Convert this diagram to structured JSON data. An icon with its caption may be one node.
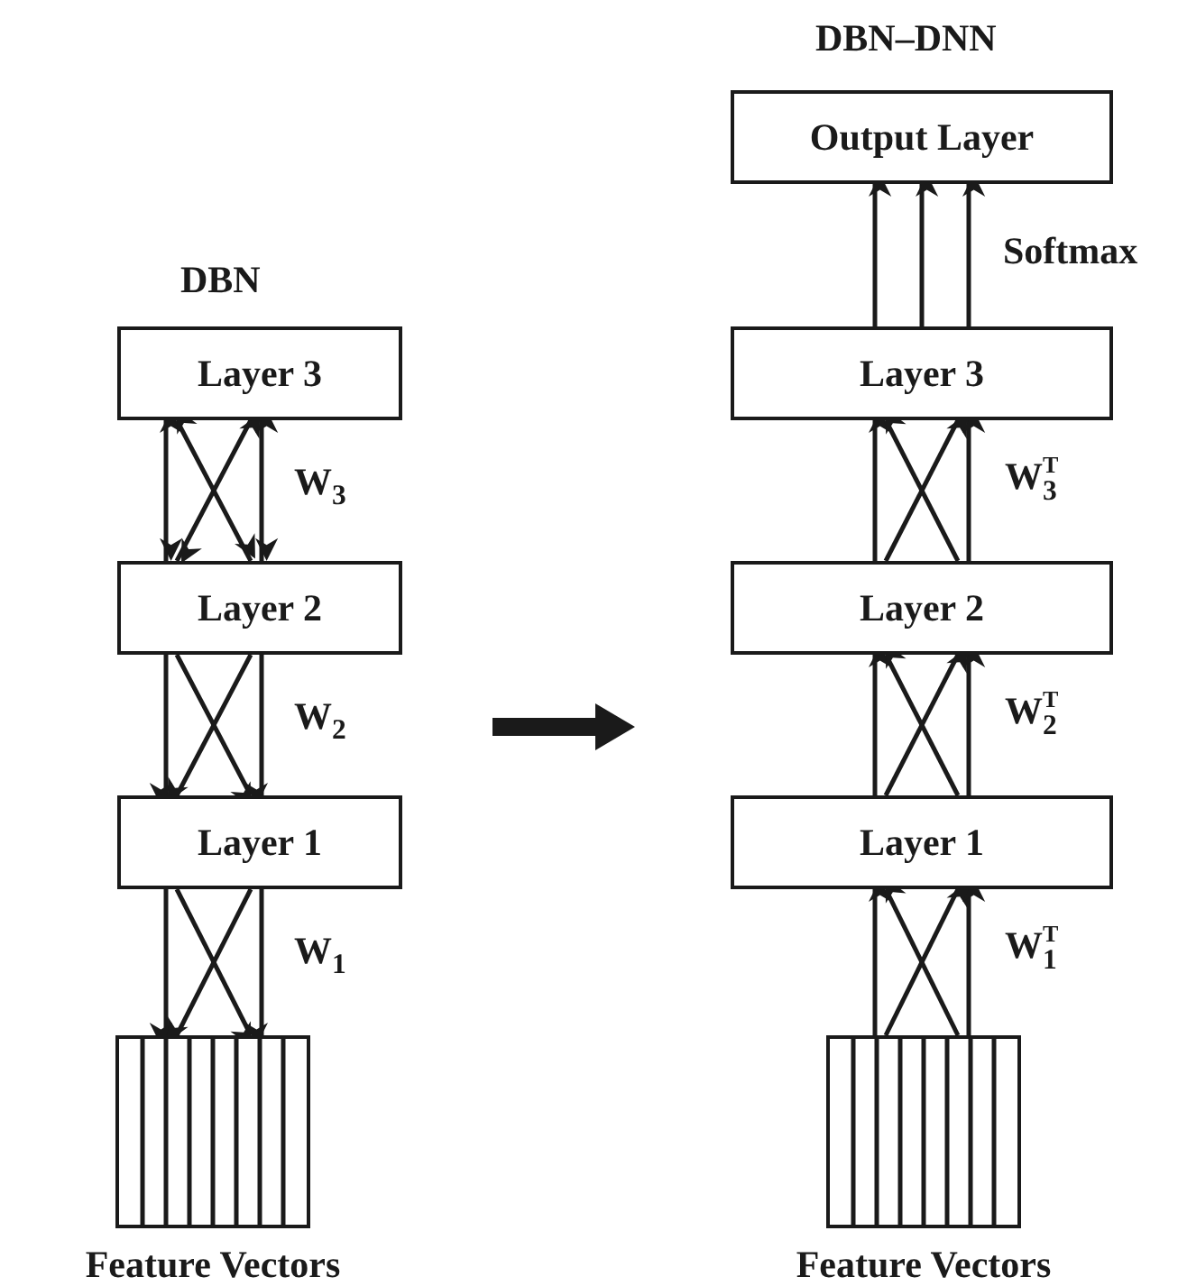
{
  "diagram": {
    "nodes": [
      {
        "text": [
          "Layer 3"
        ]
      },
      {
        "text": [
          "Layer 2"
        ]
      },
      {
        "text": [
          "Layer 1"
        ]
      },
      {
        "text": [
          "Feature Vectors"
        ]
      },
      {
        "text": [
          "Output Layer"
        ]
      },
      {
        "text": [
          "Layer 3"
        ]
      },
      {
        "text": [
          "Layer 2"
        ]
      },
      {
        "text": [
          "Layer 1"
        ]
      },
      {
        "text": [
          "Feature Vectors"
        ]
      }
    ],
    "edges": [
      {
        "from": 1,
        "to": 0,
        "arrow": "both"
      },
      {
        "from": 1,
        "to": 0,
        "arrow": "both"
      },
      {
        "from": 1,
        "to": 0,
        "arrow": "both"
      },
      {
        "from": 1,
        "to": 0,
        "arrow": "both"
      },
      {
        "from": 1,
        "to": 2,
        "arrow": "to"
      },
      {
        "from": 1,
        "to": 2,
        "arrow": "to"
      },
      {
        "from": 1,
        "to": 2,
        "arrow": "to"
      },
      {
        "from": 1,
        "to": 2,
        "arrow": "to"
      },
      {
        "from": 2,
        "to": 3,
        "arrow": "to"
      },
      {
        "from": 2,
        "to": 3,
        "arrow": "to"
      },
      {
        "from": 2,
        "to": 3,
        "arrow": "to"
      },
      {
        "from": 2,
        "to": 3,
        "arrow": "to"
      },
      {
        "from": 5,
        "to": 4,
        "arrow": "to"
      },
      {
        "from": 5,
        "to": 4,
        "arrow": "to"
      },
      {
        "from": 5,
        "to": 4,
        "arrow": "to"
      },
      {
        "from": 6,
        "to": 5,
        "arrow": "to"
      },
      {
        "from": 6,
        "to": 5,
        "arrow": "to"
      },
      {
        "from": 6,
        "to": 5,
        "arrow": "to"
      },
      {
        "from": 6,
        "to": 5,
        "arrow": "to"
      },
      {
        "from": 7,
        "to": 6,
        "arrow": "to"
      },
      {
        "from": 7,
        "to": 6,
        "arrow": "to"
      },
      {
        "from": 7,
        "to": 6,
        "arrow": "to"
      },
      {
        "from": 7,
        "to": 6,
        "arrow": "to"
      },
      {
        "from": 8,
        "to": 7,
        "arrow": "to"
      },
      {
        "from": 8,
        "to": 7,
        "arrow": "to"
      },
      {
        "from": 8,
        "to": 7,
        "arrow": "to"
      },
      {
        "from": 8,
        "to": 7,
        "arrow": "to"
      }
    ],
    "labels": [
      "DBN",
      "W$_{3}$",
      "W$_{2}$",
      "W$_{1}$",
      "DBN–DNN",
      "Softmax",
      "W$^{T}$$_{3}$",
      "W$^{T}$$_{2}$",
      "W$^{T}$$_{1}$"
    ]
  }
}
